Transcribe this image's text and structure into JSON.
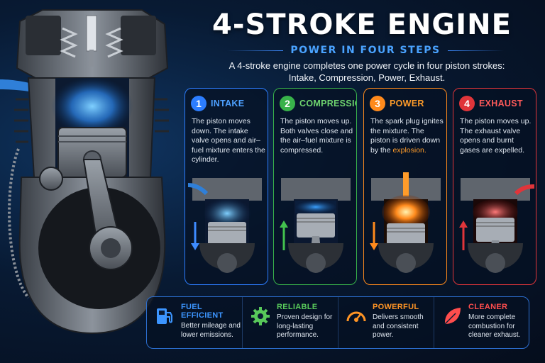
{
  "title": "4-STROKE ENGINE",
  "subtitle": "POWER IN FOUR STEPS",
  "intro": "A 4-stroke engine completes one power cycle in four piston strokes: Intake, Compression, Power, Exhaust.",
  "steps": [
    {
      "number": "1",
      "name": "INTAKE",
      "desc": "The piston moves down. The intake valve opens and air–fuel mixture enters the cylinder.",
      "color": "#2c7dff"
    },
    {
      "number": "2",
      "name": "COMPRESSION",
      "desc": "The piston moves up. Both valves close and the air–fuel mixture is compressed.",
      "color": "#38b24a"
    },
    {
      "number": "3",
      "name": "POWER",
      "desc": "The spark plug ignites the mixture. The piston is driven down by the",
      "highlight": "explosion.",
      "color": "#ff8a1c"
    },
    {
      "number": "4",
      "name": "EXHAUST",
      "desc": "The piston moves up. The exhaust valve opens and burnt gases are expelled.",
      "color": "#e0353a"
    }
  ],
  "benefits": [
    {
      "icon": "fuel-pump-icon",
      "title": "FUEL EFFICIENT",
      "desc": "Better mileage and lower emissions.",
      "color": "#3c95ff"
    },
    {
      "icon": "gear-icon",
      "title": "RELIABLE",
      "desc": "Proven design for long-lasting performance.",
      "color": "#58c95a"
    },
    {
      "icon": "gauge-icon",
      "title": "POWERFUL",
      "desc": "Delivers smooth and consistent power.",
      "color": "#ff9424"
    },
    {
      "icon": "leaf-icon",
      "title": "CLEANER",
      "desc": "More complete combustion for cleaner exhaust.",
      "color": "#ff4d4d"
    }
  ]
}
